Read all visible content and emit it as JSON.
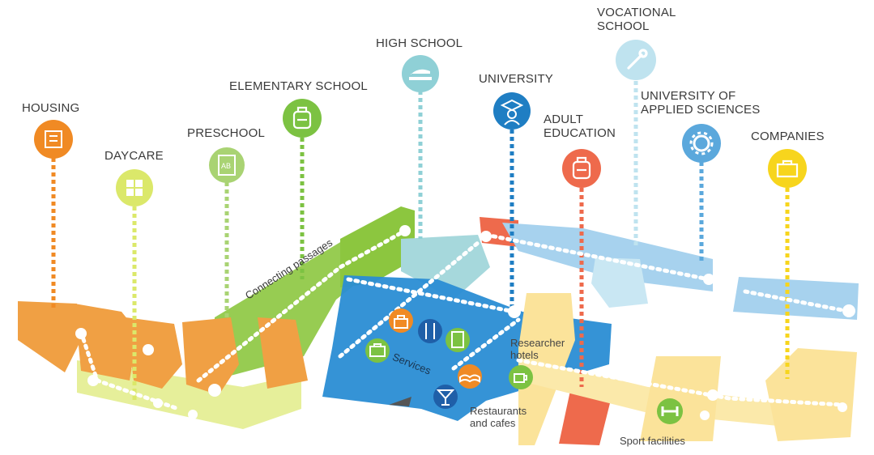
{
  "nodes": {
    "housing": {
      "label": "HOUSING",
      "color": "#f08a24"
    },
    "daycare": {
      "label": "DAYCARE",
      "color": "#dbe86a"
    },
    "preschool": {
      "label": "PRESCHOOL",
      "color": "#a9d373"
    },
    "elementary": {
      "label": "ELEMENTARY SCHOOL",
      "color": "#7cc242"
    },
    "high_school": {
      "label": "HIGH SCHOOL",
      "color": "#8fd0d6"
    },
    "university": {
      "label": "UNIVERSITY",
      "color": "#1f7ec3"
    },
    "adult_education": {
      "label": "ADULT\nEDUCATION",
      "color": "#ee6a4c"
    },
    "vocational_school": {
      "label": "VOCATIONAL\nSCHOOL",
      "color": "#bfe3ef"
    },
    "applied_sciences": {
      "label": "UNIVERSITY OF\nAPPLIED SCIENCES",
      "color": "#5ba8dc"
    },
    "companies": {
      "label": "COMPANIES",
      "color": "#f7d51d"
    }
  },
  "labels": {
    "connecting_passages": "Connecting passages",
    "services": "Services",
    "researcher_hotels": "Researcher\nhotels",
    "restaurants": "Restaurants\nand cafes",
    "sport": "Sport facilities"
  },
  "icons": {
    "housing": "building-icon",
    "daycare": "puzzle-icon",
    "preschool": "abc-book-icon",
    "elementary": "backpack-icon",
    "high_school": "stapler-icon",
    "university": "graduate-icon",
    "adult_education": "backpack-icon",
    "vocational_school": "wrench-icon",
    "applied_sciences": "gear-icon",
    "companies": "briefcase-icon",
    "services": [
      "shopping-bag-icon",
      "cutlery-icon",
      "tablet-icon",
      "briefcase-icon",
      "book-icon",
      "cocktail-icon"
    ],
    "researcher_hotels": "coffee-cup-icon",
    "sport": "dumbbell-icon"
  }
}
